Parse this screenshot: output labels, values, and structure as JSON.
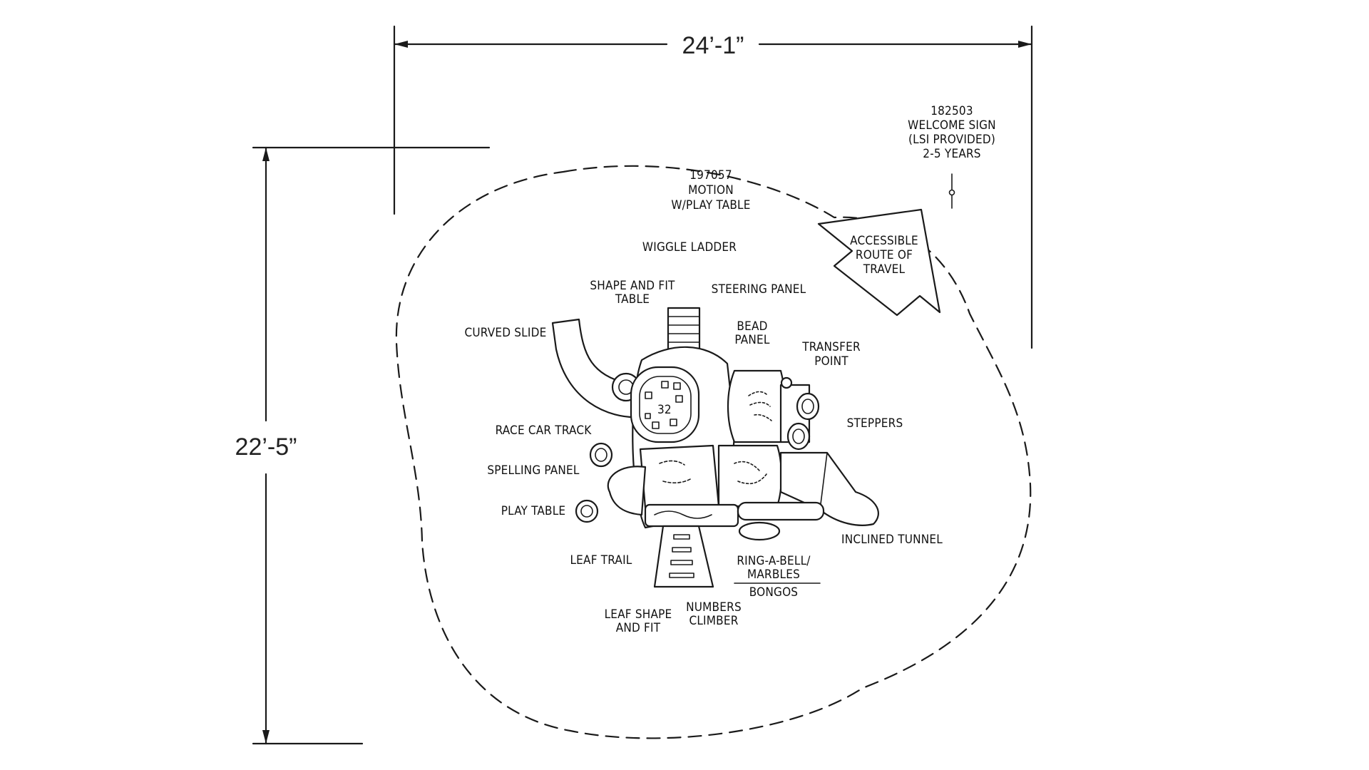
{
  "dimensions": {
    "width": "24’-1”",
    "depth": "22’-5”"
  },
  "labels": {
    "welcome_sign": [
      "182503",
      "WELCOME SIGN",
      "(LSI PROVIDED)",
      "2-5 YEARS"
    ],
    "motion_table": [
      "197057",
      "MOTION",
      "W/PLAY TABLE"
    ],
    "wiggle_ladder": "WIGGLE LADDER",
    "accessible_route": [
      "ACCESSIBLE",
      "ROUTE OF",
      "TRAVEL"
    ],
    "shape_fit_table": [
      "SHAPE AND FIT",
      "TABLE"
    ],
    "steering_panel": "STEERING PANEL",
    "bead_panel": [
      "BEAD",
      "PANEL"
    ],
    "curved_slide": "CURVED SLIDE",
    "transfer_point": [
      "TRANSFER",
      "POINT"
    ],
    "steppers": "STEPPERS",
    "race_car_track": "RACE CAR TRACK",
    "spelling_panel": "SPELLING PANEL",
    "play_table": "PLAY TABLE",
    "inclined_tunnel": "INCLINED TUNNEL",
    "leaf_trail": "LEAF TRAIL",
    "ring_a_bell": [
      "RING-A-BELL/",
      "MARBLES"
    ],
    "bongos": "BONGOS",
    "numbers_climber": [
      "NUMBERS",
      "CLIMBER"
    ],
    "leaf_shape_fit": [
      "LEAF SHAPE",
      "AND FIT"
    ],
    "deck_number": "32"
  }
}
